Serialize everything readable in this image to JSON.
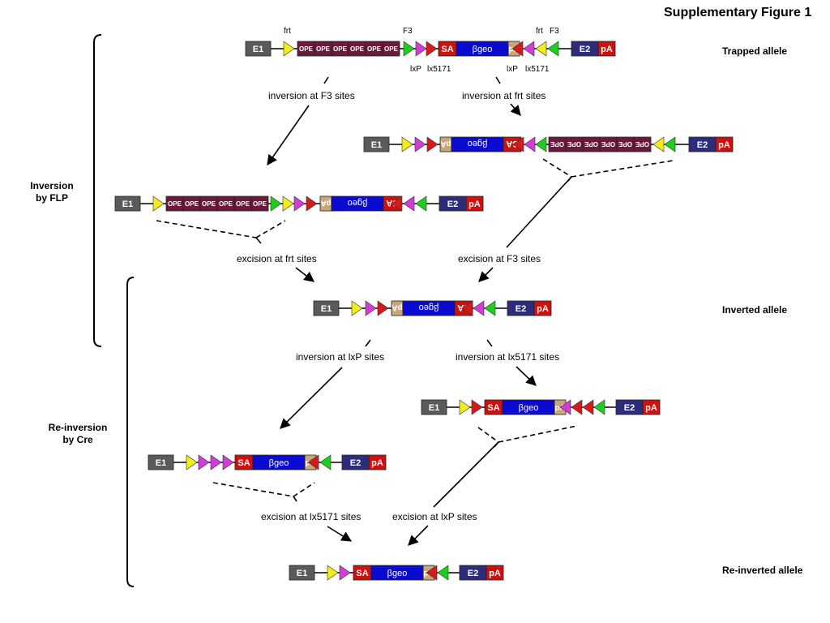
{
  "title": "Supplementary Figure 1",
  "allele_names": {
    "trapped": "Trapped allele",
    "inverted": "Inverted allele",
    "reinverted": "Re-inverted allele"
  },
  "groups": {
    "flp_line1": "Inversion",
    "flp_line2": "by FLP",
    "cre_line1": "Re-inversion",
    "cre_line2": "by Cre"
  },
  "site_labels": {
    "frt": "frt",
    "f3": "F3",
    "lxp": "lxP",
    "lx5171": "lx5171"
  },
  "step_labels": {
    "inv_f3": "inversion at F3 sites",
    "inv_frt": "inversion at frt sites",
    "exc_frt": "excision at frt sites",
    "exc_f3": "excision at F3 sites",
    "inv_lxp": "inversion at lxP sites",
    "inv_lx5171": "inversion at lx5171 sites",
    "exc_lx5171": "excision at lx5171 sites",
    "exc_lxp": "excision at lxP sites"
  },
  "box_text": {
    "e1": "E1",
    "e2": "E2",
    "pA": "pA",
    "SA": "SA",
    "bgeo": "βgeo",
    "ope": "OPE"
  },
  "colors": {
    "exon": "#5a5a5a",
    "e2": "#2c2c7a",
    "red": "#cc1111",
    "blue": "#0a0ad0",
    "tan": "#c8a57a",
    "ope": "#6b1a3c",
    "frt": "#f2ec1a",
    "f3": "#1ccf1c",
    "lxp": "#d23cd8",
    "lx5171": "#d41a1a"
  }
}
